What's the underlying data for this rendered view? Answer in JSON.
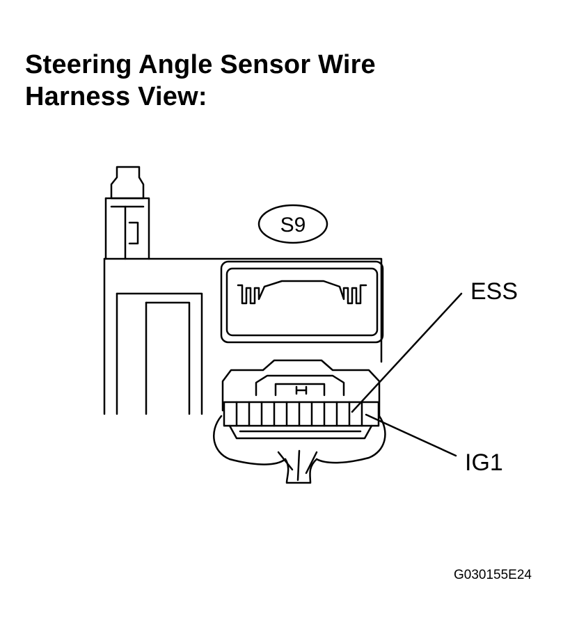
{
  "title": {
    "line1": "Steering Angle Sensor Wire",
    "line2": "Harness View:"
  },
  "connector_code": "S9",
  "pins": {
    "ess": "ESS",
    "ig1": "IG1"
  },
  "figure_id": "G030155E24"
}
